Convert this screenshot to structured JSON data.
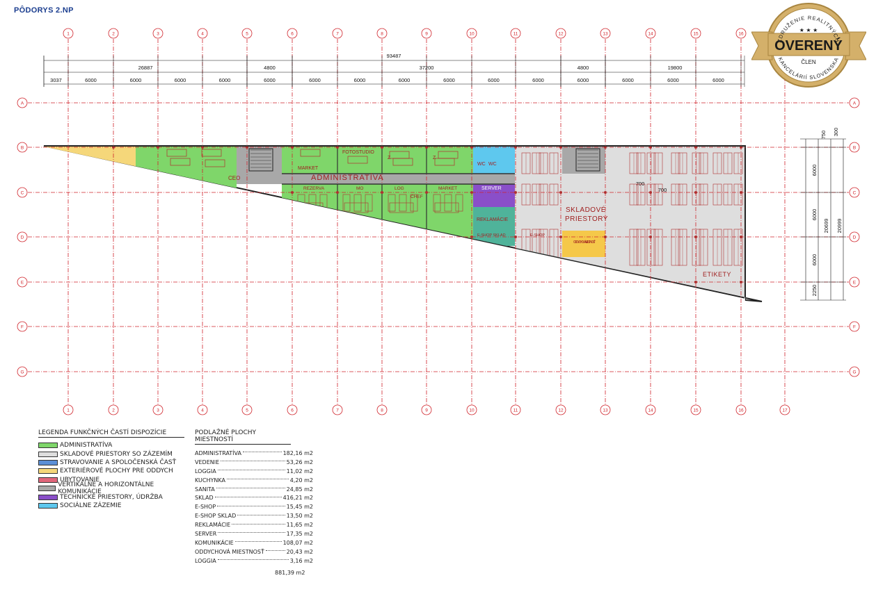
{
  "title": "PÔDORYS 2.NP",
  "grid": {
    "columns": [
      "1",
      "2",
      "3",
      "4",
      "5",
      "6",
      "7",
      "8",
      "9",
      "10",
      "11",
      "12",
      "13",
      "14",
      "15",
      "16",
      "17"
    ],
    "rows": [
      "A",
      "B",
      "C",
      "D",
      "E",
      "F",
      "G"
    ]
  },
  "dimensions": {
    "total": "93487",
    "groups": [
      "26887",
      "4800",
      "37200",
      "4800",
      "19800"
    ],
    "segments": [
      "3037",
      "6000",
      "6000",
      "6000",
      "6000",
      "6000",
      "6000",
      "6000",
      "6000",
      "6000",
      "6000",
      "6000",
      "6000",
      "6000",
      "6000",
      "6000"
    ],
    "right_outer": [
      "750",
      "300",
      "6000",
      "6000",
      "6000",
      "2250"
    ],
    "right_total_a": "20699",
    "right_total_b": "20999",
    "small_a": "700",
    "small_b": "700"
  },
  "rooms": {
    "ceo": "CEO",
    "market1": "MARKET",
    "fotostudio": "FOTOSTUDIO",
    "z1": "Z",
    "z2": "Z",
    "wc1": "WC",
    "wc2": "WC",
    "administrativa": "ADMINISTRATÍVA",
    "rezerva": "REZERVA",
    "mo": "MO",
    "log": "LOG",
    "chef": "CHEF",
    "market2": "MARKET",
    "server": "SERVER",
    "reklamacie": "REKLAMÁCIE",
    "eshop_sklad": "E-SHOP SKLAD",
    "eshop": "E-SHOP",
    "oddychova": "ODDYCHOVÁ MIESTNOSŤ",
    "skladove1": "SKLADOVÉ",
    "skladove2": "PRIESTORY",
    "etikety": "ETIKETY"
  },
  "legend": {
    "title": "LEGENDA FUNKČNÝCH ČASTÍ DISPOZÍCIE",
    "items": [
      {
        "label": "ADMINISTRATÍVA",
        "color": "#7fd66a"
      },
      {
        "label": "SKLADOVÉ PRIESTORY SO ZÁZEMÍM",
        "color": "#dedede"
      },
      {
        "label": "STRAVOVANIE A SPOLOČENSKÁ ČASŤ",
        "color": "#5b8fd6"
      },
      {
        "label": "EXTERIÉROVÉ PLOCHY PRE ODDYCH",
        "color": "#f5d77a"
      },
      {
        "label": "UBYTOVANIE",
        "color": "#e0667a"
      },
      {
        "label": "VERTIKÁLNE A HORIZONTÁLNE KOMUNIKÁCIE",
        "color": "#a8a8a8"
      },
      {
        "label": "TECHNICKÉ PRIESTORY, ÚDRŽBA",
        "color": "#8a4fc9"
      },
      {
        "label": "SOCIÁLNE ZÁZEMIE",
        "color": "#5ec8ee"
      }
    ]
  },
  "areas": {
    "title": "PODLAŽNÉ PLOCHY MIESTNOSTÍ",
    "items": [
      {
        "name": "ADMINISTRATÍVA",
        "value": "182,16 m2"
      },
      {
        "name": "VEDENIE",
        "value": "53,26 m2"
      },
      {
        "name": "LOGGIA",
        "value": "11,02 m2"
      },
      {
        "name": "KUCHYNKA",
        "value": "4,20 m2"
      },
      {
        "name": "SANITA",
        "value": "24,85 m2"
      },
      {
        "name": "SKLAD",
        "value": "416,21 m2"
      },
      {
        "name": "E-SHOP",
        "value": "15,45 m2"
      },
      {
        "name": "E-SHOP SKLAD",
        "value": "13,50 m2"
      },
      {
        "name": "REKLAMÁCIE",
        "value": "11,65 m2"
      },
      {
        "name": "SERVER",
        "value": "17,35 m2"
      },
      {
        "name": "KOMUNIKÁCIE",
        "value": "108,07 m2"
      },
      {
        "name": "ODDYCHOVÁ MIESTNOSŤ",
        "value": "20,43 m2"
      },
      {
        "name": "LOGGIA",
        "value": "3,16 m2"
      }
    ],
    "total": "881,39 m2"
  },
  "badge": {
    "arc_top": "ZDRUŽENIE REALITNÝCH",
    "arc_bottom": "KANCELÁRIÍ SLOVENSKA",
    "main": "OVERENÝ",
    "sub": "ČLEN",
    "stars": "★ ★ ★"
  },
  "colors": {
    "grid": "#d0242b",
    "admin": "#7fd66a",
    "storage": "#dedede",
    "yellow": "#f5d77a",
    "corridor": "#a8a8a8",
    "tech": "#8a4fc9",
    "social": "#5ec8ee",
    "teal": "#4fb39a",
    "furniture": "#b03030",
    "gold": "#d4b06a"
  }
}
